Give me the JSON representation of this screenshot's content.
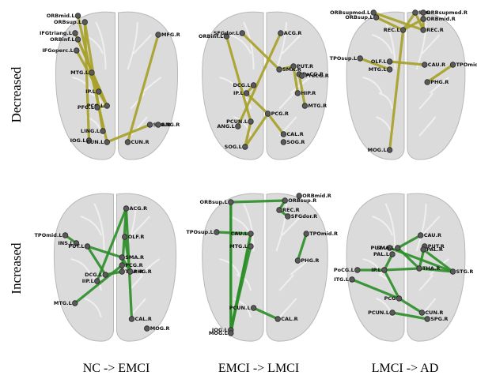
{
  "row_labels": [
    "Decreased",
    "Increased"
  ],
  "col_labels": [
    "NC -> EMCI",
    "EMCI -> LMCI",
    "LMCI -> AD"
  ],
  "colors": {
    "decreased_edge": "#a8a22a",
    "increased_edge": "#2f8f2a",
    "node": "#5a5a5a",
    "brain": "#cfcfcf"
  },
  "panels": [
    {
      "id": "decreased-nc-emci",
      "edge_type": "decreased",
      "nodes": [
        {
          "label": "ORBmid.L"
        },
        {
          "label": "ORBsup.L"
        },
        {
          "label": "IFGtriang.L"
        },
        {
          "label": "ORBinf.L"
        },
        {
          "label": "IFGoperc.L"
        },
        {
          "label": "MFG.R"
        },
        {
          "label": "MTG.L"
        },
        {
          "label": "IP.L"
        },
        {
          "label": "PCG.L"
        },
        {
          "label": "PFG.L"
        },
        {
          "label": "LING.L"
        },
        {
          "label": "IOG.L"
        },
        {
          "label": "CUN.L"
        },
        {
          "label": "CUN.R"
        },
        {
          "label": "SPG.R"
        },
        {
          "label": "ANG.R"
        }
      ]
    },
    {
      "id": "decreased-emci-lmci",
      "edge_type": "decreased",
      "nodes": [
        {
          "label": "ORBinf.L"
        },
        {
          "label": "SFGdor.L"
        },
        {
          "label": "ACG.R"
        },
        {
          "label": "SMA.R"
        },
        {
          "label": "PUT.R"
        },
        {
          "label": "PoCG.R"
        },
        {
          "label": "PreCG.R"
        },
        {
          "label": "DCG.L"
        },
        {
          "label": "IP.L"
        },
        {
          "label": "HIP.R"
        },
        {
          "label": "MTG.R"
        },
        {
          "label": "PCG.R"
        },
        {
          "label": "ANG.L"
        },
        {
          "label": "PCUN.L"
        },
        {
          "label": "CAL.R"
        },
        {
          "label": "SOG.L"
        },
        {
          "label": "SOG.R"
        }
      ]
    },
    {
      "id": "decreased-lmci-ad",
      "edge_type": "decreased",
      "nodes": [
        {
          "label": "ORBsupmed.L"
        },
        {
          "label": "ORBsup.L"
        },
        {
          "label": "SFG"
        },
        {
          "label": "ORBsupmed.R"
        },
        {
          "label": "ORBmid.R"
        },
        {
          "label": "REC.L"
        },
        {
          "label": "REC.R"
        },
        {
          "label": "TPOsup.L"
        },
        {
          "label": "OLF.L"
        },
        {
          "label": "MTG.L"
        },
        {
          "label": "CAU.R"
        },
        {
          "label": "TPOmid.R"
        },
        {
          "label": "PHG.R"
        },
        {
          "label": "MOG.L"
        }
      ]
    },
    {
      "id": "increased-nc-emci",
      "edge_type": "increased",
      "nodes": [
        {
          "label": "ACG.R"
        },
        {
          "label": "TPOmid.L"
        },
        {
          "label": "INS.L"
        },
        {
          "label": "PUT.L"
        },
        {
          "label": "OLF.R"
        },
        {
          "label": "SMA.R"
        },
        {
          "label": "PCG.R"
        },
        {
          "label": "DCG.L"
        },
        {
          "label": "THA.R"
        },
        {
          "label": "PHG.R"
        },
        {
          "label": "IIP.L"
        },
        {
          "label": "MTG.L"
        },
        {
          "label": "CAL.R"
        },
        {
          "label": "MOG.R"
        }
      ]
    },
    {
      "id": "increased-emci-lmci",
      "edge_type": "increased",
      "nodes": [
        {
          "label": "ORBmid.R"
        },
        {
          "label": "ORBsup.L"
        },
        {
          "label": "ORBsup.R"
        },
        {
          "label": "REC.R"
        },
        {
          "label": "SFGdor.R"
        },
        {
          "label": "TPOsup.L"
        },
        {
          "label": "CAU.L"
        },
        {
          "label": "TPOmid.R"
        },
        {
          "label": "MTG.L"
        },
        {
          "label": "PHG.R"
        },
        {
          "label": "PCUN.L"
        },
        {
          "label": "CAL.R"
        },
        {
          "label": "IOG.L"
        },
        {
          "label": "MOG.L"
        }
      ]
    },
    {
      "id": "increased-lmci-ad",
      "edge_type": "increased",
      "nodes": [
        {
          "label": "PUT.L"
        },
        {
          "label": "SMA.L"
        },
        {
          "label": "PAL.L"
        },
        {
          "label": "CAU.R"
        },
        {
          "label": "PUT.R"
        },
        {
          "label": "PAL.R"
        },
        {
          "label": "PoCG.L"
        },
        {
          "label": "IP.L"
        },
        {
          "label": "THA.R"
        },
        {
          "label": "STG.R"
        },
        {
          "label": "ITG.L"
        },
        {
          "label": "PCG"
        },
        {
          "label": "PCUN.L"
        },
        {
          "label": "CUN.R"
        },
        {
          "label": "SPG.R"
        }
      ]
    }
  ]
}
